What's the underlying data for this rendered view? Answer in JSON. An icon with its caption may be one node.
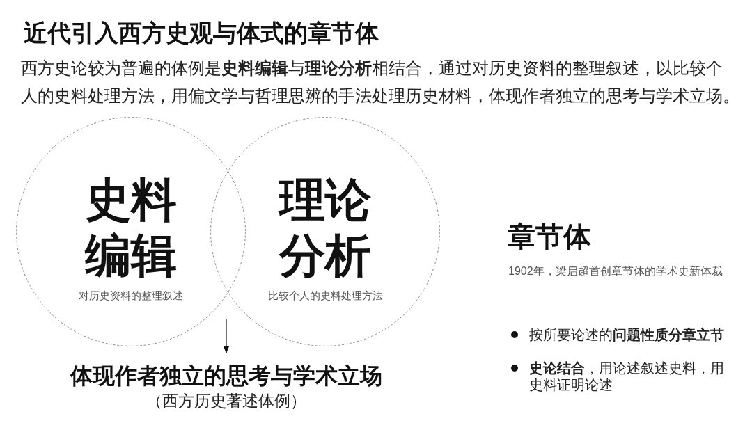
{
  "diagram": {
    "title": "近代引入西方史观与体式的章节体",
    "nodes": [
      {
        "text": [
          "史料编辑",
          "对历史资料的整理叙述"
        ]
      },
      {
        "text": [
          "理论分析",
          "比较个人的史料处理方法"
        ]
      },
      {
        "text": [
          "体现作者独立的思考与学术立场",
          "（西方历史著述体例）"
        ]
      }
    ],
    "edges": [
      {
        "from": null,
        "to": 2,
        "arrow": "to"
      }
    ],
    "labels": [
      "西方史论较为普遍的体例是**史料编辑**与**理论分析**相结合，通过对历史资料的整理叙述，以比较个人的史料处理方法，用偏文学与哲理思辨的手法处理历史材料，体现作者独立的思考与学术立场。",
      "章节体",
      "1902年，梁启超首创章节体的学术史新体裁",
      "按所要论述的**问题性质分章立节**",
      "**史论结合**，用论述叙述史料，用史料证明论述"
    ]
  }
}
